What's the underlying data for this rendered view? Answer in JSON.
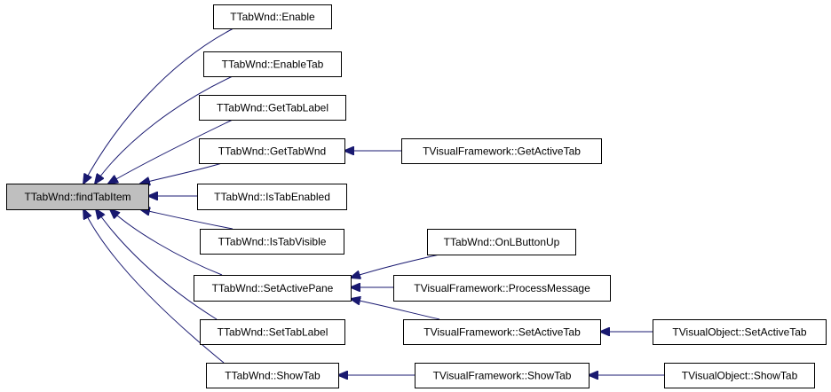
{
  "diagram": {
    "colors": {
      "edge": "#191970",
      "root_fill": "#bfbfbf",
      "node_fill": "#ffffff",
      "node_stroke": "#000000"
    },
    "nodes": [
      {
        "id": "findTabItem",
        "label": "TTabWnd::findTabItem",
        "root": true
      },
      {
        "id": "Enable",
        "label": "TTabWnd::Enable"
      },
      {
        "id": "EnableTab",
        "label": "TTabWnd::EnableTab"
      },
      {
        "id": "GetTabLabel",
        "label": "TTabWnd::GetTabLabel"
      },
      {
        "id": "GetTabWnd",
        "label": "TTabWnd::GetTabWnd"
      },
      {
        "id": "IsTabEnabled",
        "label": "TTabWnd::IsTabEnabled"
      },
      {
        "id": "IsTabVisible",
        "label": "TTabWnd::IsTabVisible"
      },
      {
        "id": "SetActivePane",
        "label": "TTabWnd::SetActivePane"
      },
      {
        "id": "SetTabLabel",
        "label": "TTabWnd::SetTabLabel"
      },
      {
        "id": "ShowTab",
        "label": "TTabWnd::ShowTab"
      },
      {
        "id": "VF_GetActiveTab",
        "label": "TVisualFramework::GetActiveTab"
      },
      {
        "id": "OnLButtonUp",
        "label": "TTabWnd::OnLButtonUp"
      },
      {
        "id": "VF_ProcessMessage",
        "label": "TVisualFramework::ProcessMessage"
      },
      {
        "id": "VF_SetActiveTab",
        "label": "TVisualFramework::SetActiveTab"
      },
      {
        "id": "VO_SetActiveTab",
        "label": "TVisualObject::SetActiveTab"
      },
      {
        "id": "VF_ShowTab",
        "label": "TVisualFramework::ShowTab"
      },
      {
        "id": "VO_ShowTab",
        "label": "TVisualObject::ShowTab"
      }
    ],
    "edges": [
      {
        "from": "Enable",
        "to": "findTabItem"
      },
      {
        "from": "EnableTab",
        "to": "findTabItem"
      },
      {
        "from": "GetTabLabel",
        "to": "findTabItem"
      },
      {
        "from": "GetTabWnd",
        "to": "findTabItem"
      },
      {
        "from": "IsTabEnabled",
        "to": "findTabItem"
      },
      {
        "from": "IsTabVisible",
        "to": "findTabItem"
      },
      {
        "from": "SetActivePane",
        "to": "findTabItem"
      },
      {
        "from": "SetTabLabel",
        "to": "findTabItem"
      },
      {
        "from": "ShowTab",
        "to": "findTabItem"
      },
      {
        "from": "VF_GetActiveTab",
        "to": "GetTabWnd"
      },
      {
        "from": "OnLButtonUp",
        "to": "SetActivePane"
      },
      {
        "from": "VF_ProcessMessage",
        "to": "SetActivePane"
      },
      {
        "from": "VF_SetActiveTab",
        "to": "SetActivePane"
      },
      {
        "from": "VO_SetActiveTab",
        "to": "VF_SetActiveTab"
      },
      {
        "from": "VF_ShowTab",
        "to": "ShowTab"
      },
      {
        "from": "VO_ShowTab",
        "to": "VF_ShowTab"
      }
    ]
  }
}
